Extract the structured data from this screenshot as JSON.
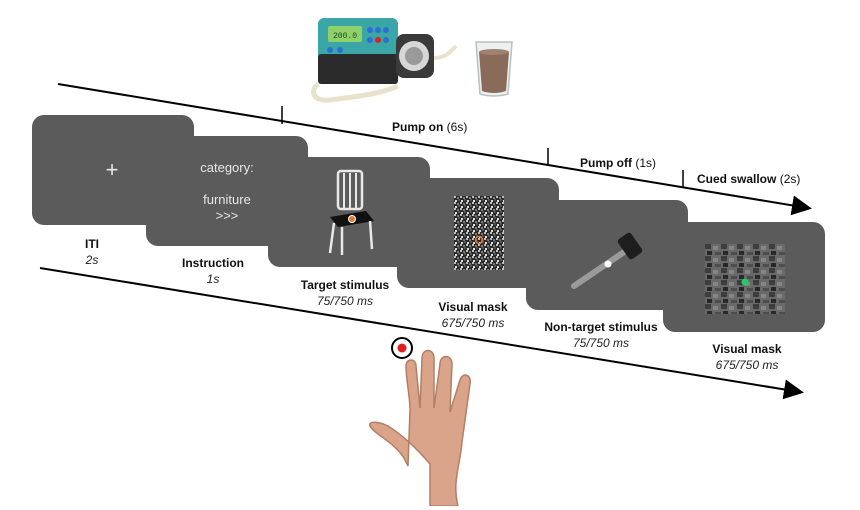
{
  "phases": [
    {
      "name": "Pump on",
      "duration": "(6s)"
    },
    {
      "name": "Pump off",
      "duration": "(1s)"
    },
    {
      "name": "Cued swallow",
      "duration": "(2s)"
    }
  ],
  "screens": {
    "iti": {
      "symbol": "+",
      "title": "ITI",
      "duration": "2s"
    },
    "instruction": {
      "line1": "category:",
      "line2": "furniture",
      "line3": ">>>",
      "title": "Instruction",
      "duration": "1s"
    },
    "target": {
      "title": "Target stimulus",
      "duration": "75/750 ms"
    },
    "mask1": {
      "title": "Visual mask",
      "duration": "675/750 ms"
    },
    "nontarget": {
      "title": "Non-target stimulus",
      "duration": "75/750 ms"
    },
    "mask2": {
      "title": "Visual mask",
      "duration": "675/750 ms"
    }
  },
  "pump_display": "200.0",
  "colors": {
    "screen": "#5b5b5b",
    "fixation_red": "#e02020",
    "fixation_green": "#22cc66",
    "fixation_orange": "#e07a30",
    "pump_teal": "#3aa6a6",
    "chocolate": "#8a6a58",
    "skin": "#d9a48a"
  },
  "icons": [
    "pump-icon",
    "glass-icon",
    "chair-icon",
    "hammer-icon",
    "hand-icon",
    "fixation-target-icon"
  ]
}
